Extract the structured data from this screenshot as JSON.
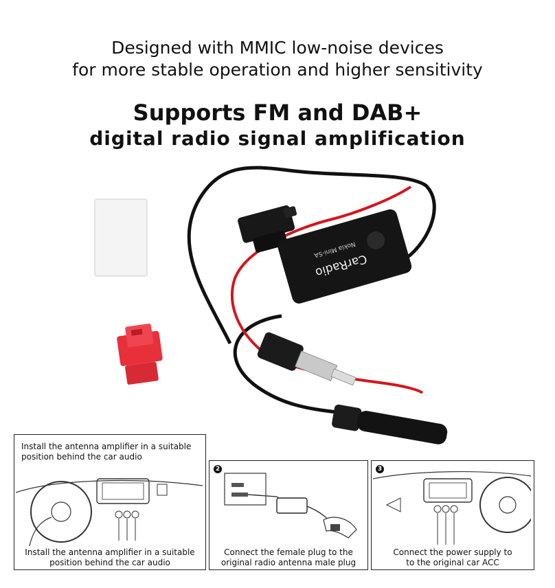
{
  "headline": {
    "line1": "Designed with MMIC low-noise devices",
    "line2": "for more stable operation and higher sensitivity",
    "title": "Supports FM and DAB+",
    "subtitle": "digital radio signal amplification"
  },
  "product": {
    "label_main": "CarRadio",
    "label_sub": "Nokia Mini-SA"
  },
  "panels": {
    "p1": {
      "top_caption_l1": "Install the antenna amplifier in a suitable",
      "top_caption_l2": "position behind the car audio",
      "bottom_caption_l1": "Install the antenna amplifier in a suitable",
      "bottom_caption_l2": "position behind the car audio"
    },
    "p2": {
      "step": "2",
      "bottom_caption_l1": "Connect the female plug to the",
      "bottom_caption_l2": "original radio antenna male plug"
    },
    "p3": {
      "step": "3",
      "bottom_caption_l1": "Connect the power supply to",
      "bottom_caption_l2": "to the original car ACC"
    }
  },
  "colors": {
    "red_wire": "#d4161c",
    "black_wire": "#111111",
    "connector_red": "#e8303a"
  }
}
